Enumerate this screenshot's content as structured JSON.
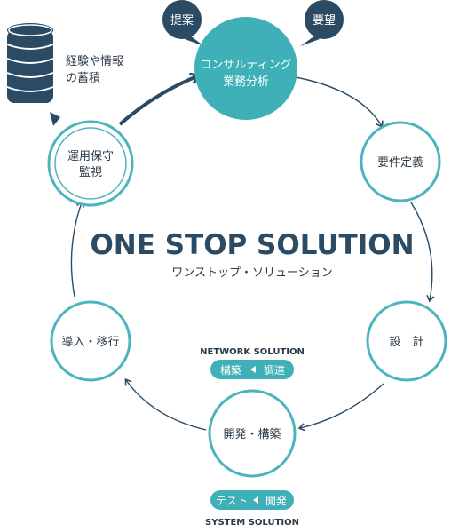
{
  "colors": {
    "navy": "#2b4a63",
    "teal": "#3fb0b8",
    "ring": "#4bb5bd",
    "arrow": "#2b4a63",
    "text": "#2b3a47",
    "white": "#ffffff"
  },
  "database": {
    "icon": "database-icon",
    "label_line1": "経験や情報",
    "label_line2": "の蓄積"
  },
  "bubbles": {
    "left": "提案",
    "right": "要望"
  },
  "center": {
    "title": "ONE STOP SOLUTION",
    "subtitle": "ワンストップ・ソリューション"
  },
  "nodes": {
    "consulting_line1": "コンサルティング",
    "consulting_line2": "業務分析",
    "requirements": "要件定義",
    "design": "設　計",
    "development": "開発・構築",
    "introduction": "導入・移行",
    "operation_line1": "運用保守",
    "operation_line2": "監視"
  },
  "network": {
    "label": "NETWORK SOLUTION",
    "pill_left": "構築",
    "pill_right": "調達"
  },
  "system": {
    "label": "SYSTEM SOLUTION",
    "pill_left": "テスト",
    "pill_right": "開発"
  }
}
